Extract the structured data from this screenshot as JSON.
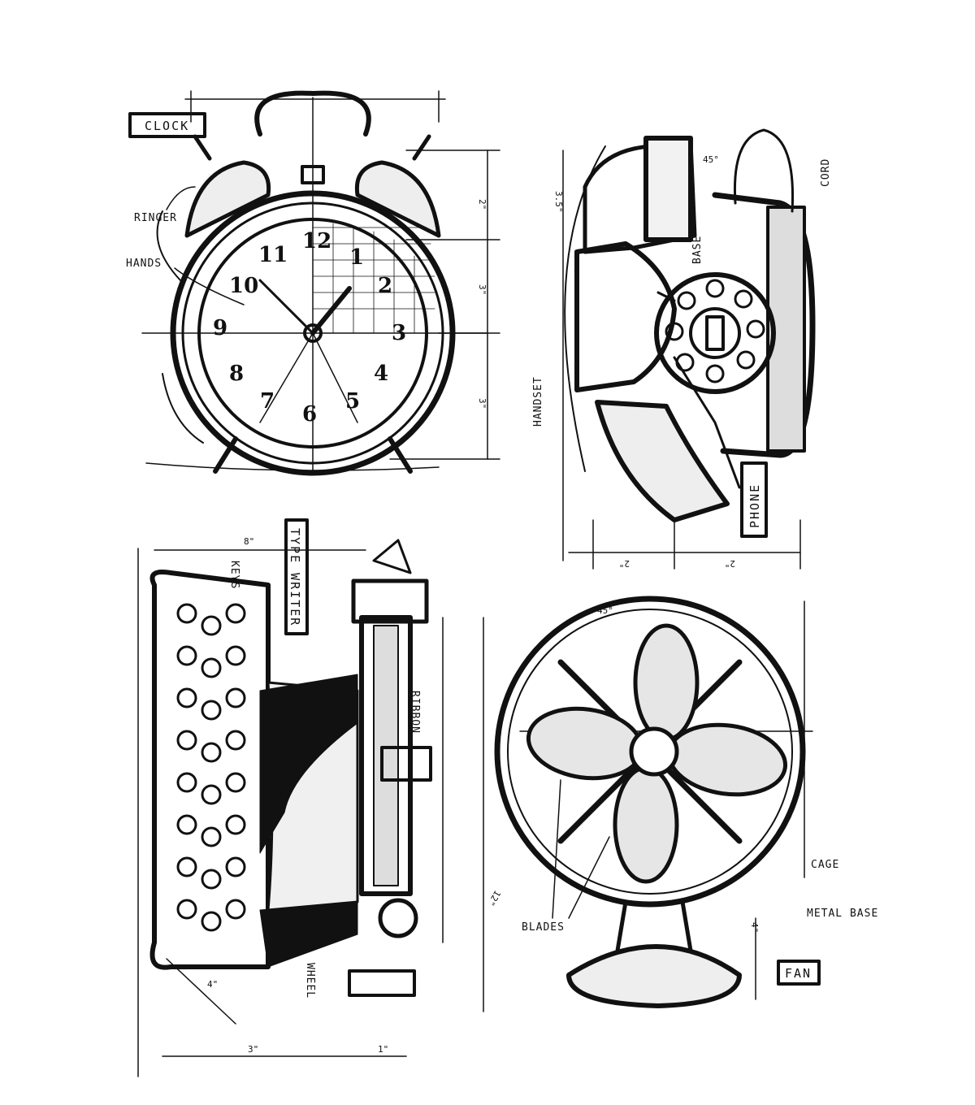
{
  "clock": {
    "title": "CLOCK",
    "labels": {
      "ringer": "RINGER",
      "hands": "HANDS"
    },
    "numbers": [
      "12",
      "1",
      "2",
      "3",
      "4",
      "5",
      "6",
      "7",
      "8",
      "9",
      "10",
      "11"
    ],
    "dimensions": [
      "2\"",
      "3\"",
      "3\""
    ]
  },
  "phone": {
    "title": "PHONE",
    "labels": {
      "base": "BASE",
      "cord": "CORD",
      "handset": "HANDSET"
    },
    "angle": "45°",
    "dimensions": [
      "3.5\"",
      "2\"",
      "2\""
    ]
  },
  "typewriter": {
    "title": "TYPE WRITER",
    "labels": {
      "keys": "KEYS",
      "ribbon": "RIBBON",
      "wheel": "WHEEL"
    },
    "dimensions": [
      "8\"",
      "4\"",
      "3\"",
      "1\""
    ]
  },
  "fan": {
    "title": "FAN",
    "labels": {
      "cage": "CAGE",
      "metal_base": "METAL BASE",
      "blades": "BLADES"
    },
    "angle": "45°",
    "dimensions": [
      "12\"",
      "4\""
    ]
  }
}
